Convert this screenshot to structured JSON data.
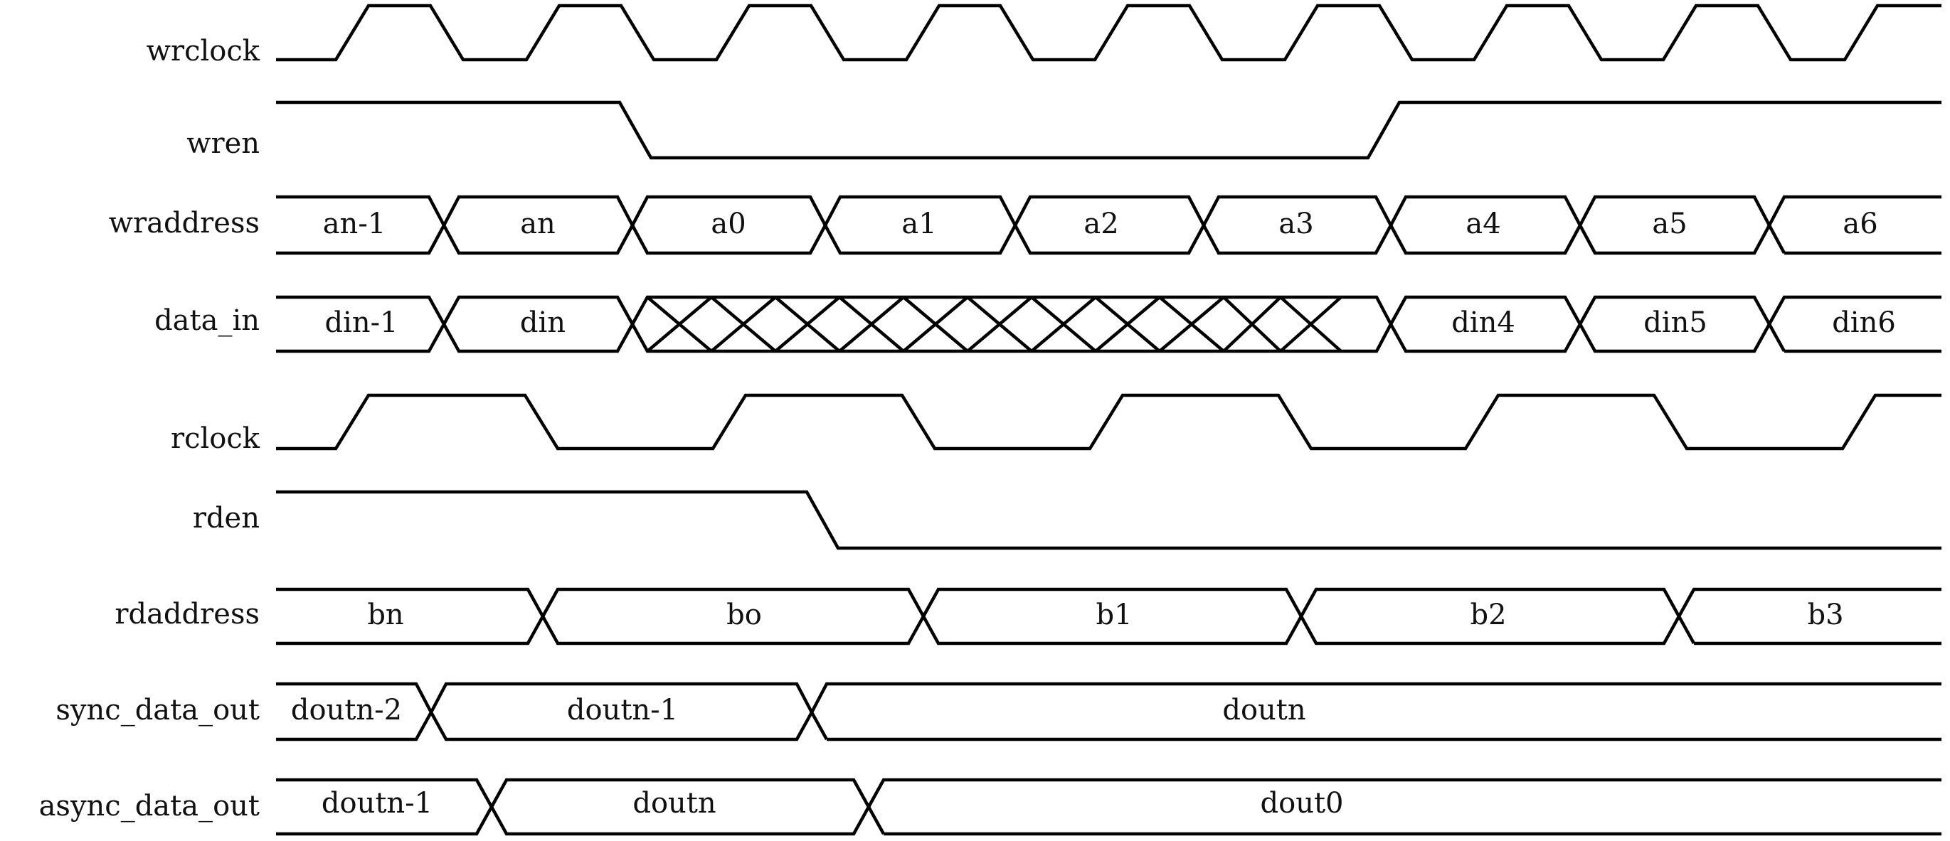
{
  "signals": [
    {
      "name": "wrclock",
      "kind": "clock"
    },
    {
      "name": "wren",
      "kind": "level",
      "values": [
        "1",
        "0",
        "1"
      ]
    },
    {
      "name": "wraddress",
      "kind": "bus",
      "values": [
        "an-1",
        "an",
        "a0",
        "a1",
        "a2",
        "a3",
        "a4",
        "a5",
        "a6"
      ]
    },
    {
      "name": "data_in",
      "kind": "bus",
      "values": [
        "din-1",
        "din",
        "",
        "",
        "",
        "",
        "",
        "",
        "",
        "",
        "",
        "",
        "",
        "din4",
        "din5",
        "din6"
      ]
    },
    {
      "name": "rclock",
      "kind": "clock"
    },
    {
      "name": "rden",
      "kind": "level",
      "values": [
        "1",
        "0"
      ]
    },
    {
      "name": "rdaddress",
      "kind": "bus",
      "values": [
        "bn",
        "bo",
        "b1",
        "b2",
        "b3"
      ]
    },
    {
      "name": "sync_data_out",
      "kind": "bus",
      "values": [
        "doutn-2",
        "doutn-1",
        "doutn"
      ]
    },
    {
      "name": "async_data_out",
      "kind": "bus",
      "values": [
        "doutn-1",
        "doutn",
        "dout0"
      ]
    }
  ],
  "line_color": "#000000",
  "text_color": "#111111"
}
